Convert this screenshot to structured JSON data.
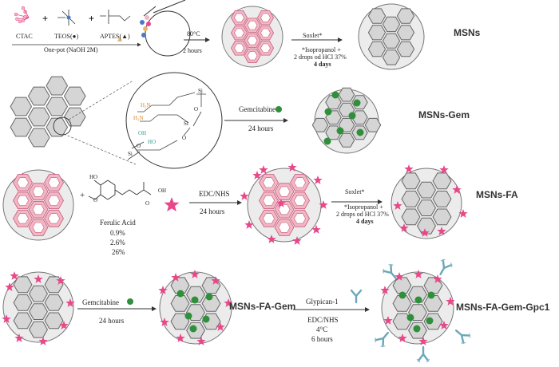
{
  "row1": {
    "reagents": {
      "ctac": "CTAC",
      "teos": "TEOS(●)",
      "aptes": "APTES(▲)"
    },
    "one_pot": "One-pot (NaOH 2M)",
    "temp": "80°C",
    "time": "2 hours",
    "soxlet": "Soxlet*",
    "cond1": "*Isopropanol +",
    "cond2": "2 drops od HCl 37%",
    "days": "4 days",
    "product": "MSNs"
  },
  "row2": {
    "reagent": "Gemcitabine",
    "time": "24 hours",
    "product": "MSNs-Gem",
    "zoom_labels": {
      "h2n_1": "H₂N",
      "h2n_2": "H₂N",
      "oh": "OH",
      "ho": "HO",
      "si_1": "Si",
      "si_2": "Si",
      "si_3": "Si",
      "o_1": "O",
      "o_2": "O",
      "o_3": "O"
    }
  },
  "row3": {
    "plus": "+",
    "molecule": {
      "ho": "HO",
      "o_methoxy": "O",
      "oh": "OH",
      "o_carbonyl": "O"
    },
    "acid_name": "Ferulic Acid",
    "percents": [
      "0.9%",
      "2.6%",
      "26%"
    ],
    "edc": "EDC/NHS",
    "time": "24 hours",
    "soxlet": "Soxlet*",
    "cond1": "*Isopropanol +",
    "cond2": "2 drops od HCl 37%",
    "days": "4 days",
    "product": "MSNs-FA"
  },
  "row4": {
    "reagent": "Gemcitabine",
    "time": "24 hours",
    "product1": "MSNs-FA-Gem",
    "antibody": "Glypican-1",
    "edc": "EDC/NHS",
    "temp": "4°C",
    "time2": "6 hours",
    "product2": "MSNs-FA-Gem-Gpc1"
  },
  "colors": {
    "pink_star": "#e8488a",
    "pink_pore": "#f2b6c4",
    "green_drug": "#2f8f3a",
    "orange_amine": "#e08a2a",
    "teal_hydroxyl": "#2a9d8f"
  }
}
